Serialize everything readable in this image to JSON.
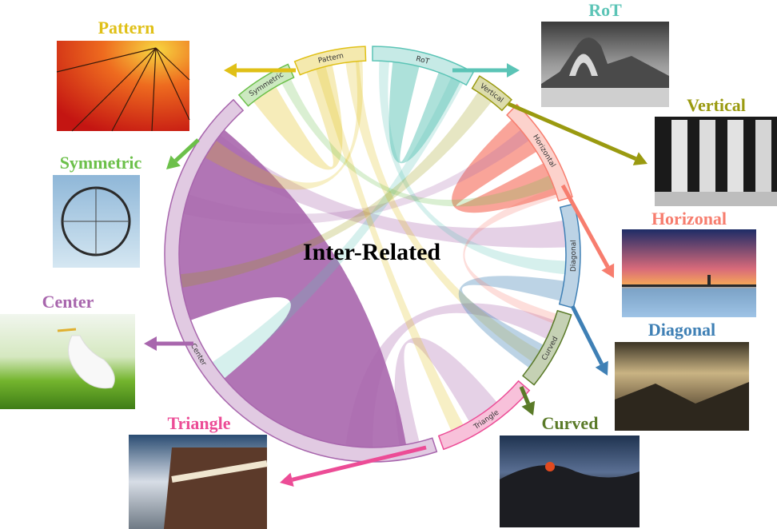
{
  "title": "Inter-Related",
  "categories": [
    {
      "key": "rot",
      "arc_label": "RoT",
      "label": "RoT",
      "color": "#5bc4b6",
      "thumb": "desert arch (grayscale)"
    },
    {
      "key": "vertical",
      "arc_label": "Vertical",
      "label": "Vertical",
      "color": "#9a9a10",
      "thumb": "stone columns (grayscale)"
    },
    {
      "key": "horizontal",
      "arc_label": "Horizontal",
      "label": "Horizonal",
      "color": "#f77d6e",
      "thumb": "pier lighthouse at dusk"
    },
    {
      "key": "diagonal",
      "arc_label": "Diagonal",
      "label": "Diagonal",
      "color": "#3f80b5",
      "thumb": "misty mountain slopes"
    },
    {
      "key": "curved",
      "arc_label": "Curved",
      "label": "Curved",
      "color": "#5a7a28",
      "thumb": "volcanic landscape"
    },
    {
      "key": "triangle",
      "arc_label": "Triangle",
      "label": "Triangle",
      "color": "#ec4c96",
      "thumb": "paddle steamer and clouds"
    },
    {
      "key": "center",
      "arc_label": "Center",
      "label": "Center",
      "color": "#a866ad",
      "thumb": "white egret in grass"
    },
    {
      "key": "symmetric",
      "arc_label": "Symmetric",
      "label": "Symmetric",
      "color": "#6cc04a",
      "thumb": "ferris wheel"
    },
    {
      "key": "pattern",
      "arc_label": "Pattern",
      "label": "Pattern",
      "color": "#e0c017",
      "thumb": "umbrella canopy"
    }
  ]
}
